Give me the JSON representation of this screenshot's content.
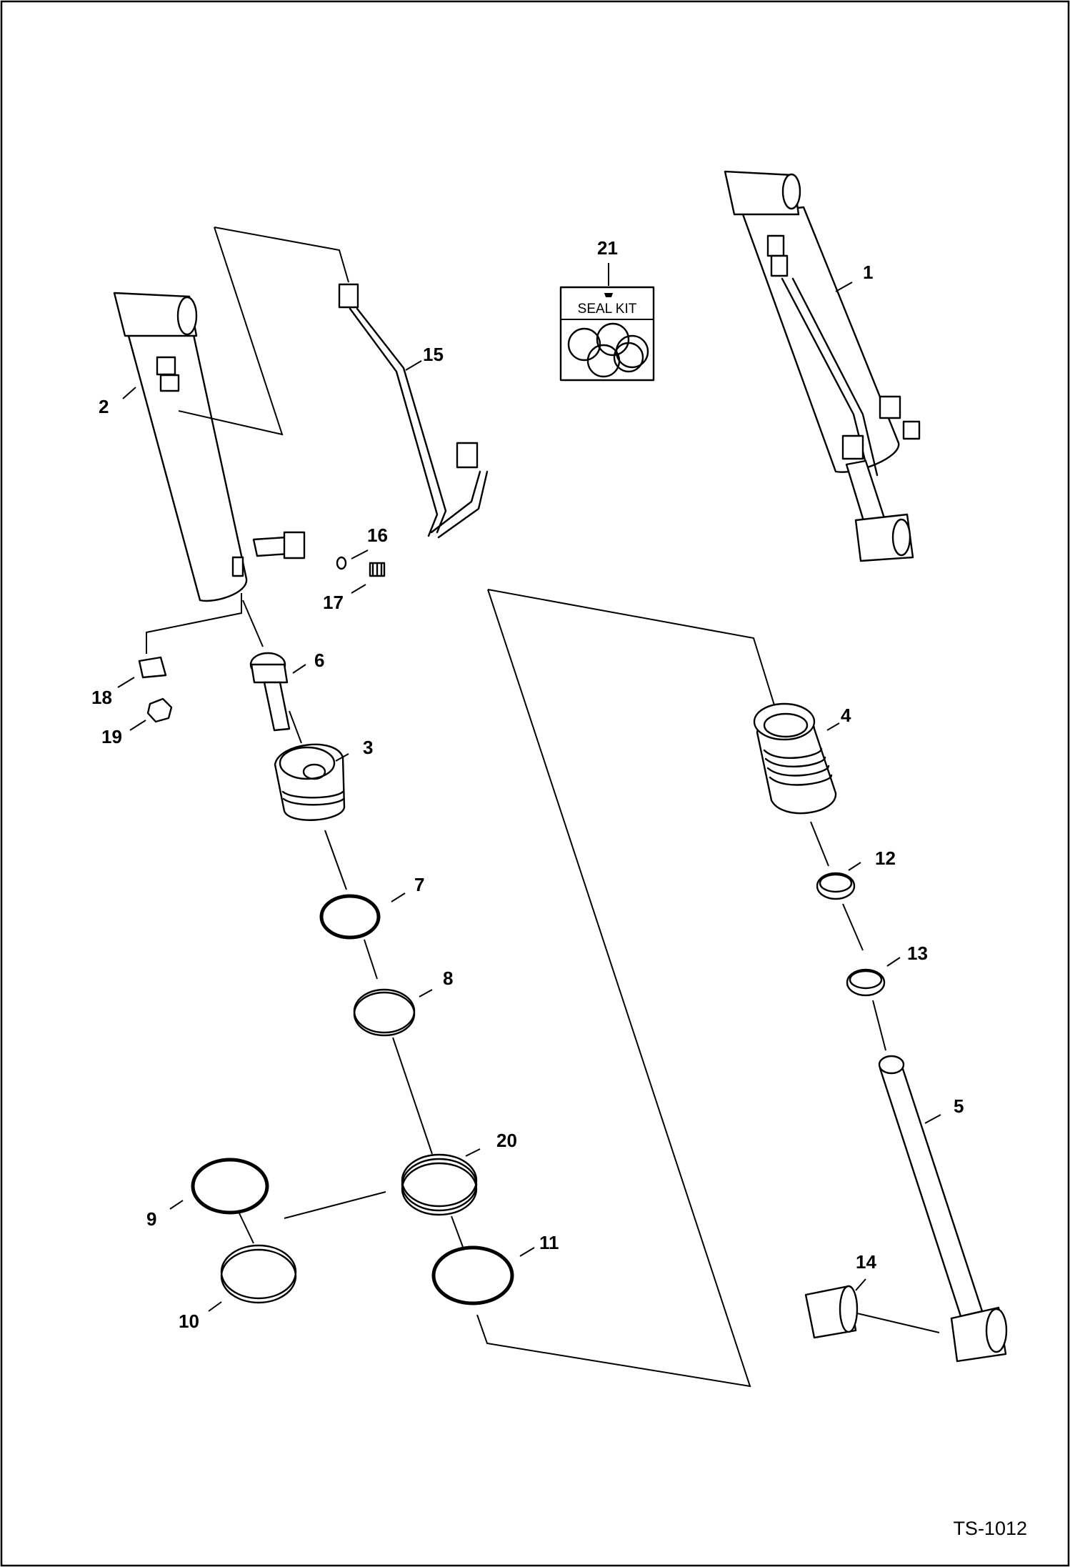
{
  "diagram_id": "TS-1012",
  "seal_kit_label": "SEAL KIT",
  "callouts": [
    "1",
    "2",
    "3",
    "4",
    "5",
    "6",
    "7",
    "8",
    "9",
    "10",
    "11",
    "12",
    "13",
    "14",
    "15",
    "16",
    "17",
    "18",
    "19",
    "20",
    "21"
  ]
}
